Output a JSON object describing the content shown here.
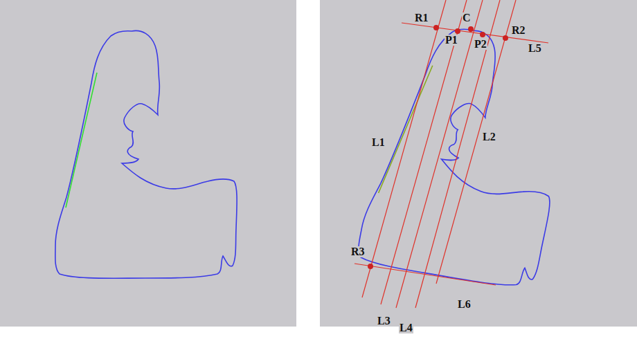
{
  "diagram": {
    "labels": [
      "R1",
      "C",
      "P1",
      "P2",
      "R2",
      "L5",
      "L1",
      "L2",
      "R3",
      "L3",
      "L4",
      "L6"
    ]
  }
}
